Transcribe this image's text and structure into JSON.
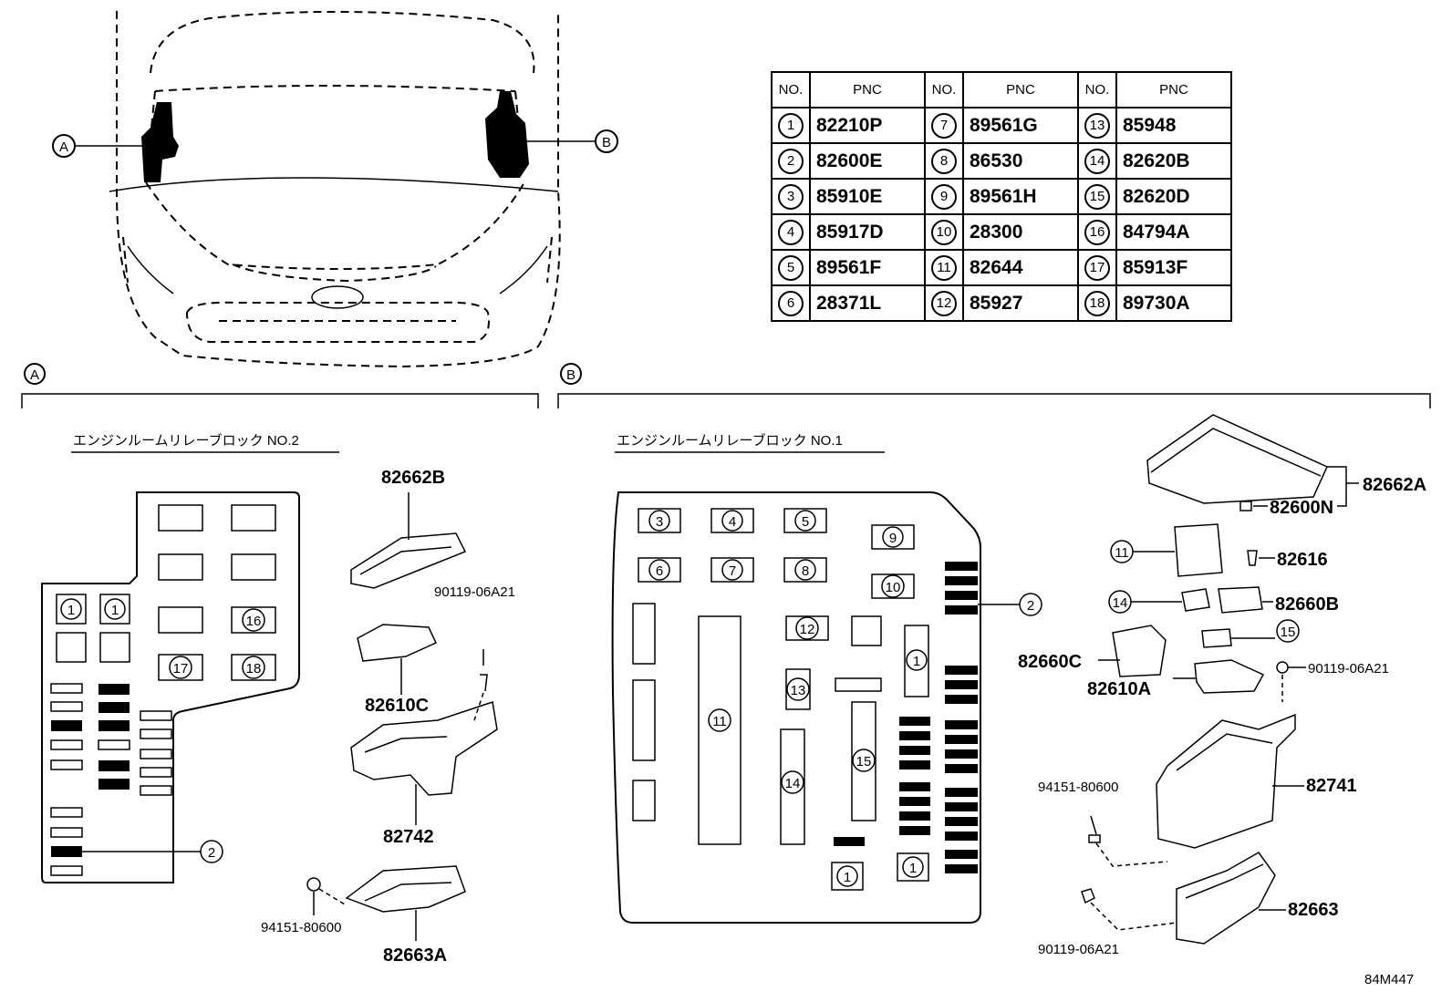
{
  "table": {
    "headers": [
      "NO.",
      "PNC",
      "NO.",
      "PNC",
      "NO.",
      "PNC"
    ],
    "rows": [
      [
        {
          "no": "1",
          "pnc": "82210P"
        },
        {
          "no": "7",
          "pnc": "89561G"
        },
        {
          "no": "13",
          "pnc": "85948"
        }
      ],
      [
        {
          "no": "2",
          "pnc": "82600E"
        },
        {
          "no": "8",
          "pnc": "86530"
        },
        {
          "no": "14",
          "pnc": "82620B"
        }
      ],
      [
        {
          "no": "3",
          "pnc": "85910E"
        },
        {
          "no": "9",
          "pnc": "89561H"
        },
        {
          "no": "15",
          "pnc": "82620D"
        }
      ],
      [
        {
          "no": "4",
          "pnc": "85917D"
        },
        {
          "no": "10",
          "pnc": "28300"
        },
        {
          "no": "16",
          "pnc": "84794A"
        }
      ],
      [
        {
          "no": "5",
          "pnc": "89561F"
        },
        {
          "no": "11",
          "pnc": "82644"
        },
        {
          "no": "17",
          "pnc": "85913F"
        }
      ],
      [
        {
          "no": "6",
          "pnc": "28371L"
        },
        {
          "no": "12",
          "pnc": "85927"
        },
        {
          "no": "18",
          "pnc": "89730A"
        }
      ]
    ]
  },
  "callouts": {
    "a": "A",
    "b": "B"
  },
  "section_a": {
    "title": "エンジンルームリレーブロック NO.2",
    "parts": {
      "cover": "82662B",
      "bracket": "82610C",
      "bolt": "90119-06A21",
      "block": "82742",
      "nut": "94151-80600",
      "lower_cover": "82663A"
    },
    "slot_labels": {
      "one": "1",
      "two": "2",
      "sixteen": "16",
      "seventeen": "17",
      "eighteen": "18"
    }
  },
  "section_b": {
    "title": "エンジンルームリレーブロック NO.1",
    "parts": {
      "cover": "82662A",
      "cover_clip": "82600N",
      "clip": "82616",
      "connector_b": "82660B",
      "connector_c": "82660C",
      "bracket": "82610A",
      "bolt_top": "90119-06A21",
      "block": "82741",
      "nut": "94151-80600",
      "lower_cover": "82663",
      "bolt_bottom": "90119-06A21"
    },
    "slot_labels": {
      "s1": "1",
      "s2": "2",
      "s3": "3",
      "s4": "4",
      "s5": "5",
      "s6": "6",
      "s7": "7",
      "s8": "8",
      "s9": "9",
      "s10": "10",
      "s11": "11",
      "s12": "12",
      "s13": "13",
      "s14": "14",
      "s15": "15"
    }
  },
  "footer_code": "84M447"
}
